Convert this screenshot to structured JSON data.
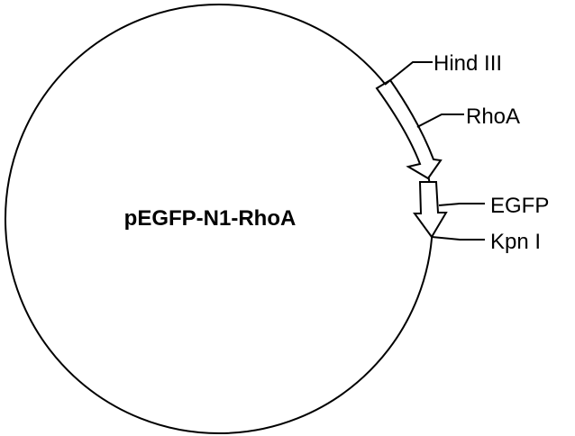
{
  "plasmid": {
    "name": "pEGFP-N1-RhoA"
  },
  "features": [
    {
      "id": "hind-iii",
      "label": "Hind III",
      "kind": "restriction-site"
    },
    {
      "id": "rhoa",
      "label": "RhoA",
      "kind": "gene"
    },
    {
      "id": "egfp",
      "label": "EGFP",
      "kind": "gene"
    },
    {
      "id": "kpn-i",
      "label": "Kpn I",
      "kind": "restriction-site"
    }
  ]
}
